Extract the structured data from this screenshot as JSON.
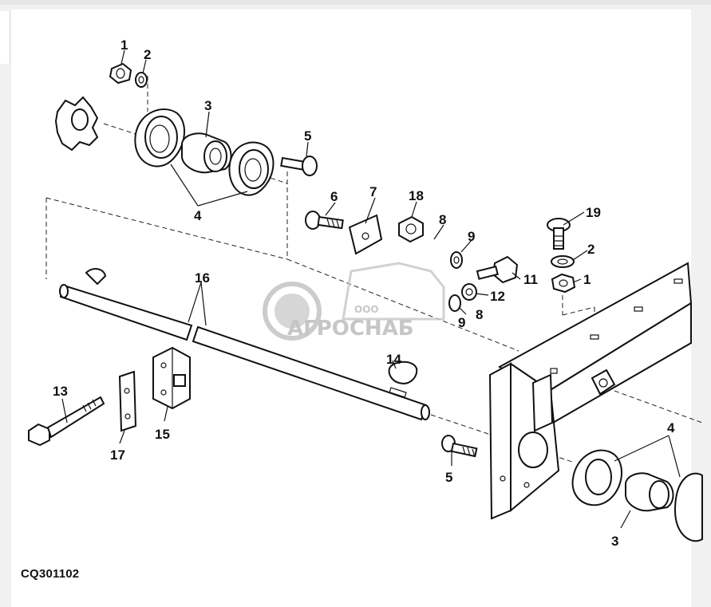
{
  "figure": {
    "code": "CQ301102",
    "callouts": [
      {
        "id": "c1a",
        "text": "1"
      },
      {
        "id": "c2a",
        "text": "2"
      },
      {
        "id": "c3a",
        "text": "3"
      },
      {
        "id": "c5a",
        "text": "5"
      },
      {
        "id": "c4a",
        "text": "4"
      },
      {
        "id": "c6",
        "text": "6"
      },
      {
        "id": "c7",
        "text": "7"
      },
      {
        "id": "c18",
        "text": "18"
      },
      {
        "id": "c8a",
        "text": "8"
      },
      {
        "id": "c9a",
        "text": "9"
      },
      {
        "id": "c19",
        "text": "19"
      },
      {
        "id": "c2b",
        "text": "2"
      },
      {
        "id": "c11",
        "text": "11"
      },
      {
        "id": "c1b",
        "text": "1"
      },
      {
        "id": "c12",
        "text": "12"
      },
      {
        "id": "c9b",
        "text": "9"
      },
      {
        "id": "c8b",
        "text": "8"
      },
      {
        "id": "c16",
        "text": "16"
      },
      {
        "id": "c14",
        "text": "14"
      },
      {
        "id": "c13",
        "text": "13"
      },
      {
        "id": "c15",
        "text": "15"
      },
      {
        "id": "c17",
        "text": "17"
      },
      {
        "id": "c5b",
        "text": "5"
      },
      {
        "id": "c4b",
        "text": "4"
      },
      {
        "id": "c3b",
        "text": "3"
      }
    ]
  },
  "watermark": {
    "brand": "АГРОСНАБ",
    "prefix": "ООО"
  },
  "colors": {
    "ink": "#111111",
    "paper": "#ffffff",
    "watermark": "#bdbdbd",
    "background": "#f1f1f1"
  }
}
